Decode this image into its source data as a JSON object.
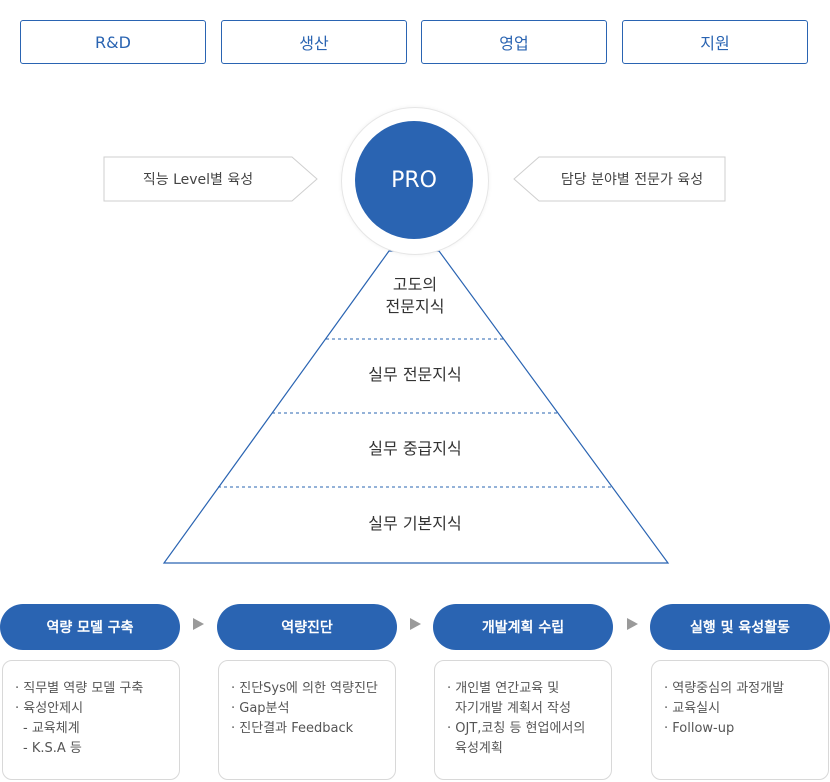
{
  "tabs": [
    "R&D",
    "생산",
    "영업",
    "지원"
  ],
  "center": {
    "label": "PRO",
    "left_text": "직능 Level별 육성",
    "right_text": "담당 분야별 전문가 육성"
  },
  "pyramid": {
    "levels": [
      {
        "line1": "고도의",
        "line2": "전문지식"
      },
      {
        "line1": "실무 전문지식"
      },
      {
        "line1": "실무 중급지식"
      },
      {
        "line1": "실무 기본지식"
      }
    ]
  },
  "steps": [
    {
      "title": "역량 모델 구축",
      "items": [
        "· 직무별 역량 모델 구축",
        "· 육성안제시",
        "- 교육체계",
        "- K.S.A 등"
      ]
    },
    {
      "title": "역량진단",
      "items": [
        "· 진단Sys에 의한 역량진단",
        "· Gap분석",
        "· 진단결과 Feedback"
      ]
    },
    {
      "title": "개발계획 수립",
      "items": [
        "· 개인별 연간교육 및",
        "자기개발 계획서 작성",
        "· OJT,코칭 등 현업에서의",
        "육성계획"
      ]
    },
    {
      "title": "실행 및 육성활동",
      "items": [
        "· 역량중심의 과정개발",
        "· 교육실시",
        "· Follow-up"
      ]
    }
  ],
  "colors": {
    "primary": "#2a64b2",
    "border": "#d8d8d8",
    "arrow": "#9a9a9a"
  }
}
